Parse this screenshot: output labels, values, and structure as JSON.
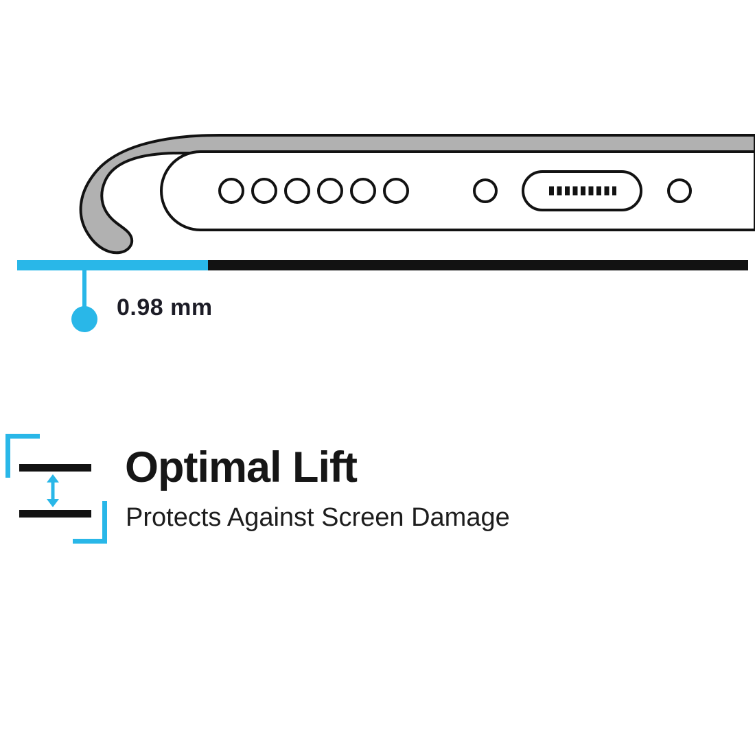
{
  "colors": {
    "accent_cyan": "#29b7e8",
    "line_black": "#121212",
    "case_gray": "#b1b1b1",
    "text_dark": "#1c1c26",
    "bg": "#ffffff"
  },
  "illustration": {
    "subject": "phone-bottom-edge-in-case",
    "speaker_hole_count": 6,
    "icons": [
      "speaker-holes-icon",
      "microphone-hole-icon",
      "charging-port-icon",
      "screw-hole-icon"
    ]
  },
  "measurement": {
    "label": "0.98 mm"
  },
  "feature": {
    "title": "Optimal Lift",
    "subtitle": "Protects Against Screen Damage"
  }
}
